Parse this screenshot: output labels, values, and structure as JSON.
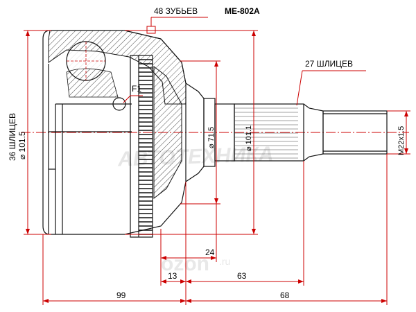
{
  "part_number": "ME-802A",
  "callouts": {
    "teeth": "48 ЗУБЬЕВ",
    "outer_splines": "27 ШЛИЦЕВ",
    "detail": "F1"
  },
  "vertical_dims": {
    "left_splines": "36 ШЛИЦЕВ",
    "body_diameter": "⌀ 101.5",
    "bore_diameter": "⌀ 71.5",
    "flange_diameter": "⌀ 101.1",
    "thread": "M22x1.5"
  },
  "horizontal_dims": {
    "d24": "24",
    "d13": "13",
    "d63": "63",
    "d99": "99",
    "d68": "68"
  },
  "watermark": {
    "brand": "АВТОТЕХНИКА",
    "logo": "ozon",
    "suffix": ".ru"
  }
}
